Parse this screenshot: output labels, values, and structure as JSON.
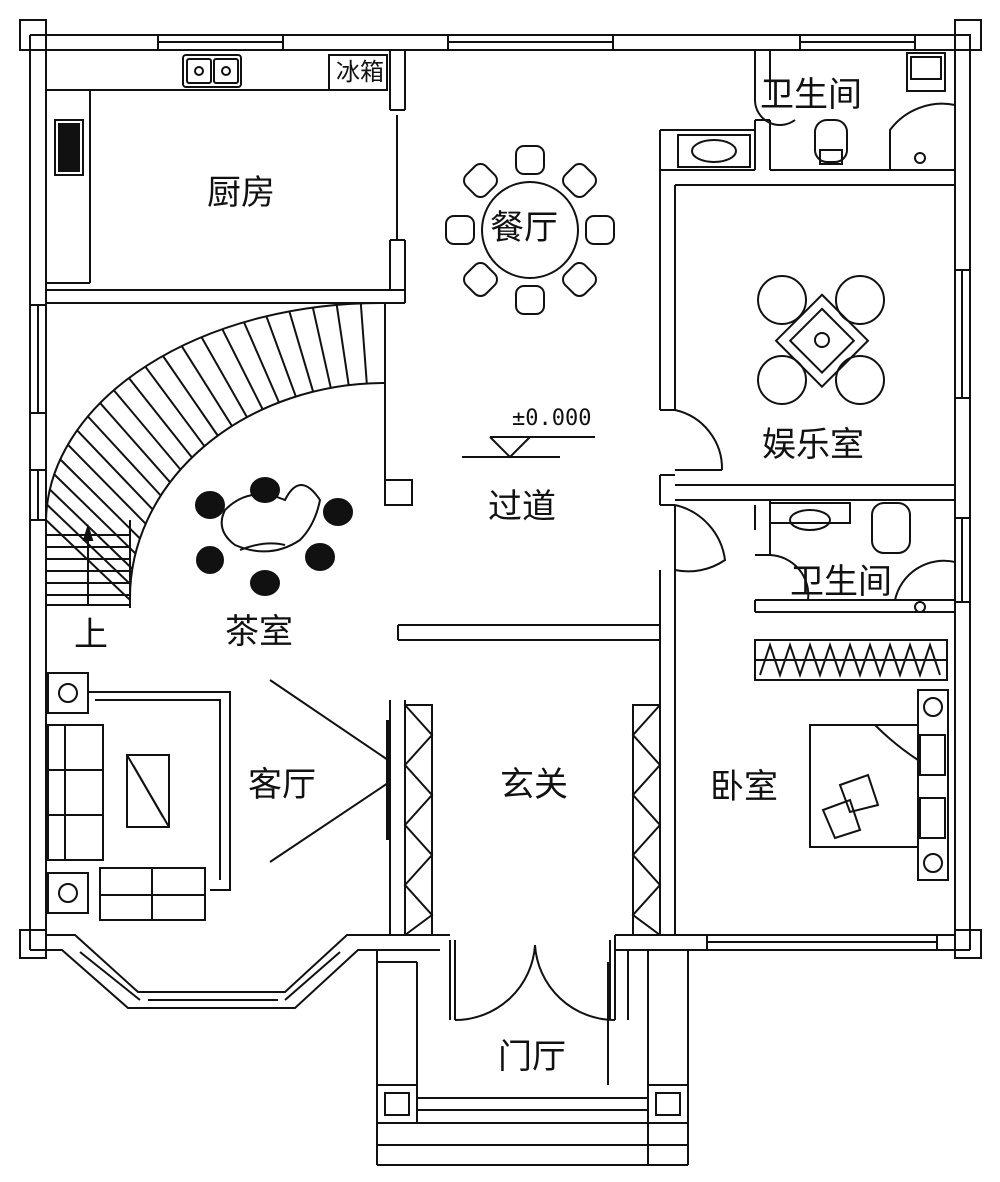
{
  "rooms": {
    "kitchen": "厨房",
    "dining": "餐厅",
    "bath_top": "卫生间",
    "entertainment": "娱乐室",
    "corridor": "过道",
    "tea_room": "茶室",
    "bath_mid": "卫生间",
    "living": "客厅",
    "entry": "玄关",
    "bedroom": "卧室",
    "porch": "门厅"
  },
  "annotations": {
    "fridge": "冰箱",
    "stair_up": "上",
    "elevation": "±0.000"
  },
  "colors": {
    "line": "#111111",
    "background": "#ffffff"
  }
}
